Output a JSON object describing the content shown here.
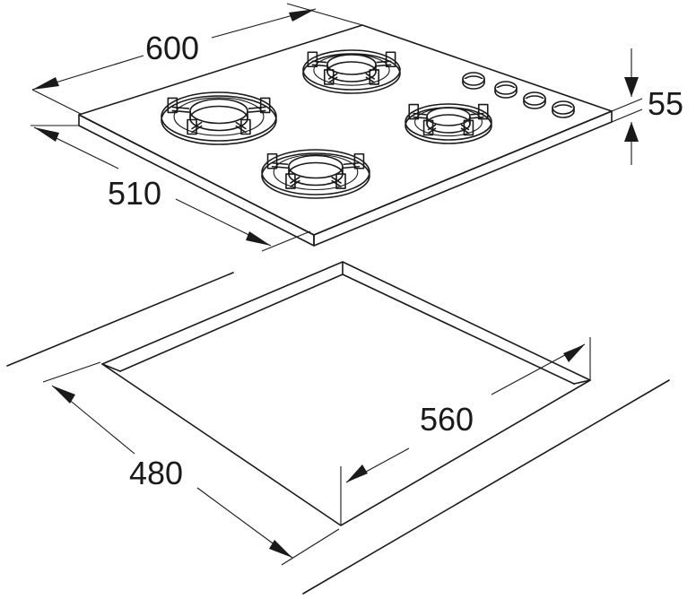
{
  "dimensions": {
    "width": "600",
    "depth": "510",
    "height": "55",
    "cutout_width": "560",
    "cutout_depth": "480"
  }
}
